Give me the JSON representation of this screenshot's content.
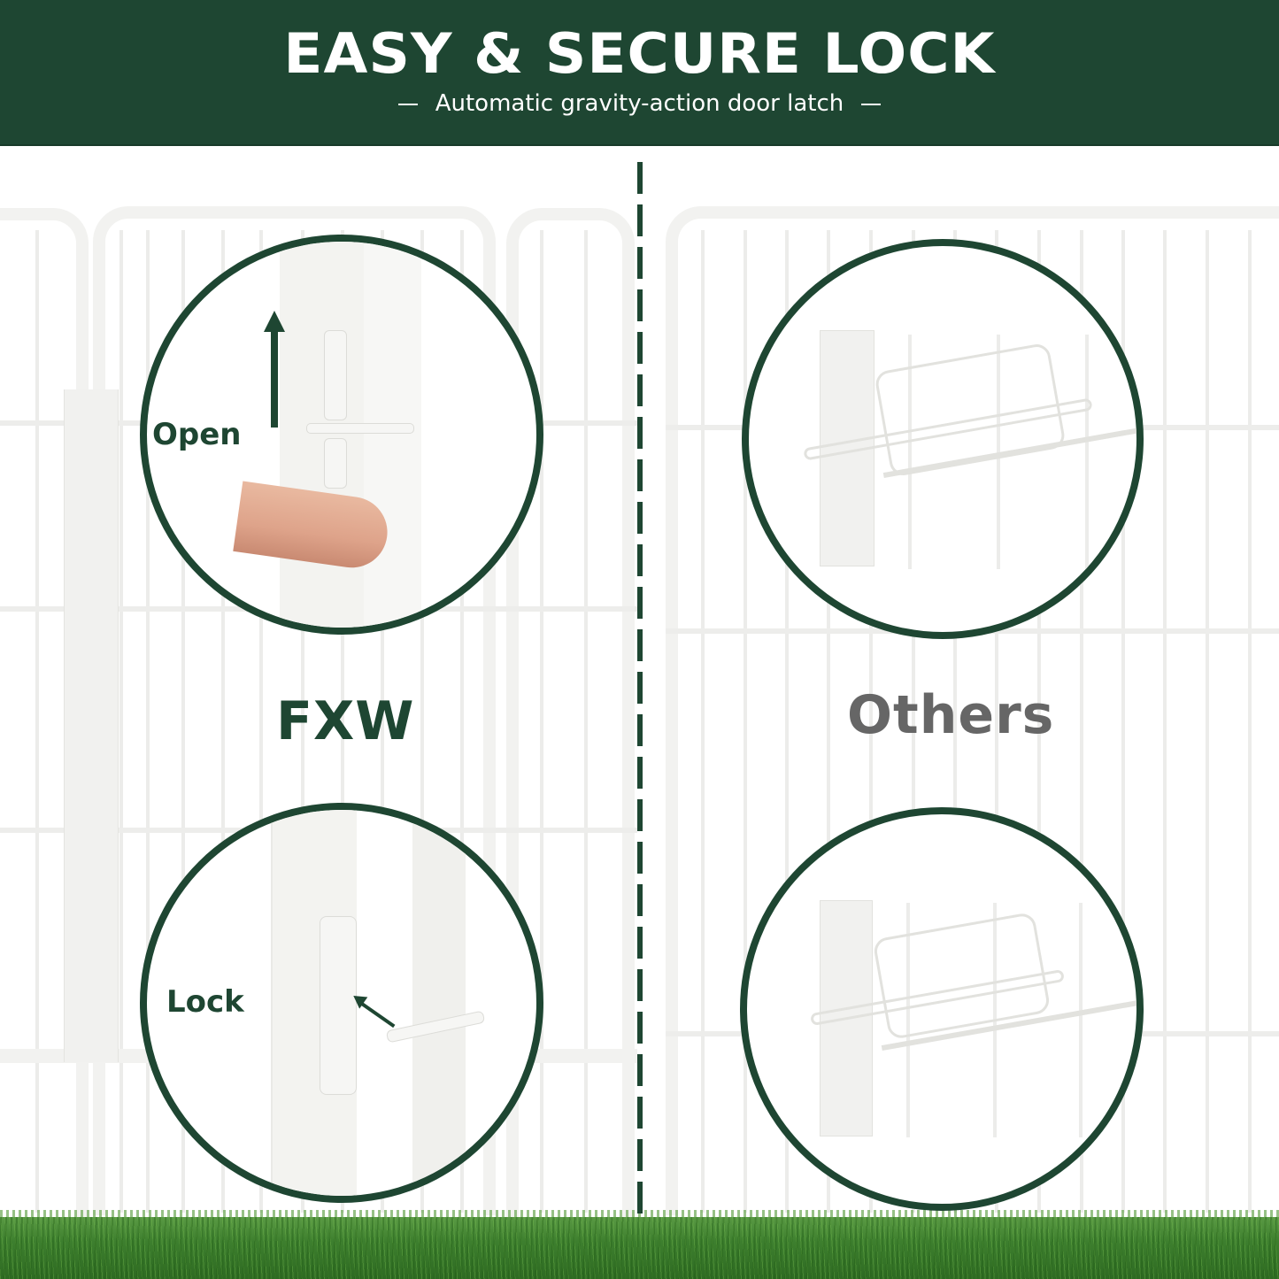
{
  "header": {
    "title": "EASY & SECURE LOCK",
    "subtitle": "Automatic gravity-action door latch"
  },
  "comparison": {
    "left": {
      "brand": "FXW",
      "brand_color": "#1e4632",
      "top_panel": {
        "label": "Open",
        "icon": "arrow-up-icon"
      },
      "bottom_panel": {
        "label": "Lock",
        "icon": "arrow-up-left-icon"
      }
    },
    "right": {
      "brand": "Others",
      "brand_color": "#666666"
    }
  },
  "colors": {
    "accent": "#1e4632",
    "background": "#ffffff",
    "grass": "#3d7f2e"
  }
}
